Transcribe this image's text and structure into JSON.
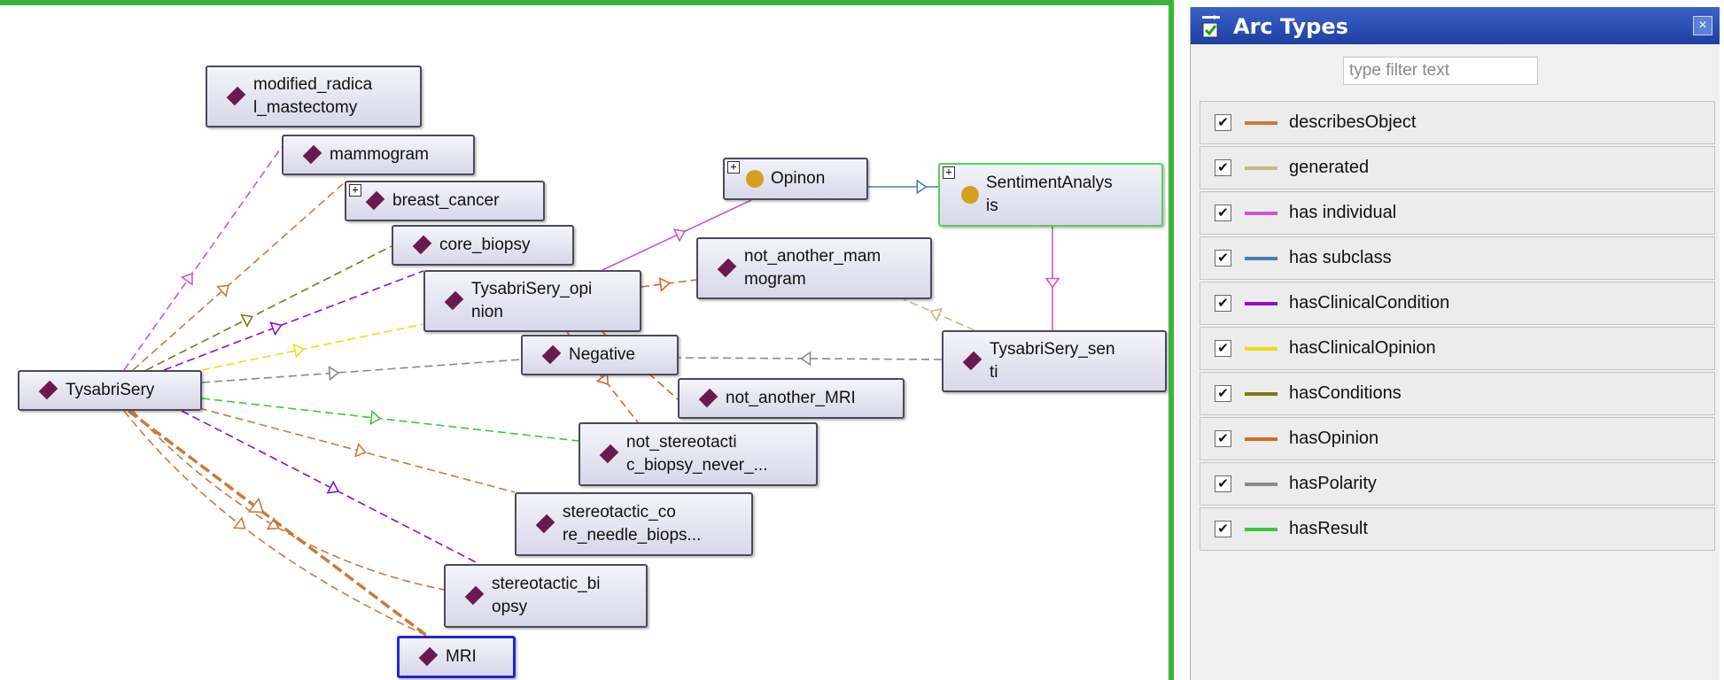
{
  "graph": {
    "nodes": [
      {
        "id": "modified_radical_mastectomy",
        "label": "modified_radica\nl_mastectomy",
        "kind": "individual"
      },
      {
        "id": "mammogram",
        "label": "mammogram",
        "kind": "individual"
      },
      {
        "id": "breast_cancer",
        "label": "breast_cancer",
        "kind": "individual",
        "expand": "+"
      },
      {
        "id": "core_biopsy",
        "label": "core_biopsy",
        "kind": "individual"
      },
      {
        "id": "Opinon",
        "label": "Opinon",
        "kind": "class",
        "expand": "+"
      },
      {
        "id": "SentimentAnalysis",
        "label": "SentimentAnalys\nis",
        "kind": "class",
        "expand": "+"
      },
      {
        "id": "TysabriSery_opinion",
        "label": "TysabriSery_opi\nnion",
        "kind": "individual"
      },
      {
        "id": "not_another_mammogram",
        "label": "not_another_mam\nmogram",
        "kind": "individual"
      },
      {
        "id": "TysabriSery",
        "label": "TysabriSery",
        "kind": "individual"
      },
      {
        "id": "Negative",
        "label": "Negative",
        "kind": "individual"
      },
      {
        "id": "TysabriSery_senti",
        "label": "TysabriSery_sen\nti",
        "kind": "individual"
      },
      {
        "id": "not_another_MRI",
        "label": "not_another_MRI",
        "kind": "individual"
      },
      {
        "id": "not_stereotactic_biopsy_never",
        "label": "not_stereotacti\nc_biopsy_never_...",
        "kind": "individual"
      },
      {
        "id": "stereotactic_core_needle_biopsy",
        "label": "stereotactic_co\nre_needle_biops...",
        "kind": "individual"
      },
      {
        "id": "stereotactic_biopsy",
        "label": "stereotactic_bi\nopsy",
        "kind": "individual"
      },
      {
        "id": "MRI",
        "label": "MRI",
        "kind": "individual",
        "selected": true
      }
    ]
  },
  "panel": {
    "title": "Arc Types",
    "close_glyph": "×",
    "filter_placeholder": "type filter text",
    "arc_types": [
      {
        "name": "describesObject",
        "color": "#c87a3c",
        "checked": true
      },
      {
        "name": "generated",
        "color": "#c8b882",
        "checked": true
      },
      {
        "name": "has individual",
        "color": "#cc55cc",
        "checked": true
      },
      {
        "name": "has subclass",
        "color": "#4a7eb4",
        "checked": true
      },
      {
        "name": "hasClinicalCondition",
        "color": "#8a10c8",
        "checked": true
      },
      {
        "name": "hasClinicalOpinion",
        "color": "#f0dc14",
        "checked": true
      },
      {
        "name": "hasConditions",
        "color": "#7a7a18",
        "checked": true
      },
      {
        "name": "hasOpinion",
        "color": "#d06a28",
        "checked": true
      },
      {
        "name": "hasPolarity",
        "color": "#8a8a8a",
        "checked": true
      },
      {
        "name": "hasResult",
        "color": "#3cc83c",
        "checked": true
      }
    ],
    "check_glyph": "✔"
  }
}
